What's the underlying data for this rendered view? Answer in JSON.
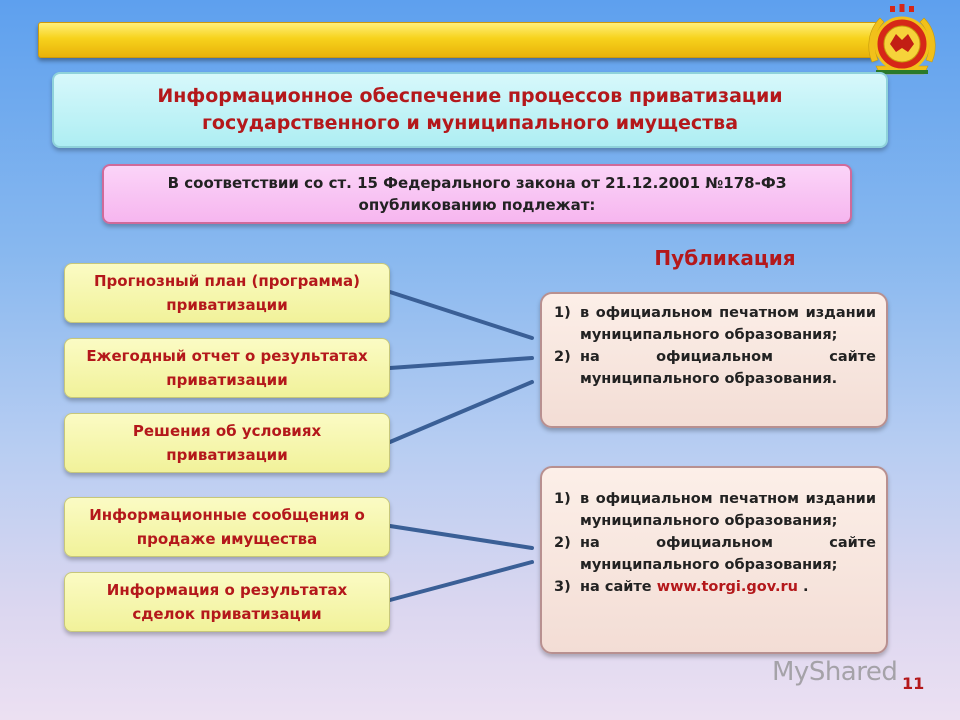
{
  "header": {
    "title": "Информационное обеспечение процессов приватизации государственного и муниципального имущества",
    "subtitle": "В соответствии со ст. 15 Федерального закона от 21.12.2001 №178-ФЗ опубликованию подлежат:"
  },
  "publication_heading": "Публикация",
  "left_items": [
    "Прогнозный план (программа) приватизации",
    "Ежегодный отчет о результатах приватизации",
    "Решения об условиях приватизации",
    "Информационные сообщения о продаже имущества",
    "Информация о результатах сделок приватизации"
  ],
  "right_groups": [
    {
      "items": [
        {
          "num": "1)",
          "text": "в официальном печатном издании муниципального образования;"
        },
        {
          "num": "2)",
          "text": "на официальном сайте муниципального образования."
        }
      ]
    },
    {
      "items": [
        {
          "num": "1)",
          "text": "в официальном печатном издании муниципального образования;"
        },
        {
          "num": "2)",
          "text": "на официальном сайте муниципального образования;"
        },
        {
          "num": "3)",
          "text_prefix": "на сайте ",
          "link": "www.torgi.gov.ru",
          "text_suffix": " ."
        }
      ]
    }
  ],
  "page_number": "11",
  "watermark_text": "MyShared",
  "colors": {
    "accent_red": "#b4181b",
    "connector": "#3a5f96",
    "top_bar": "#f7d21c"
  },
  "icons": [
    "emblem-icon",
    "watermark-logo-icon"
  ]
}
